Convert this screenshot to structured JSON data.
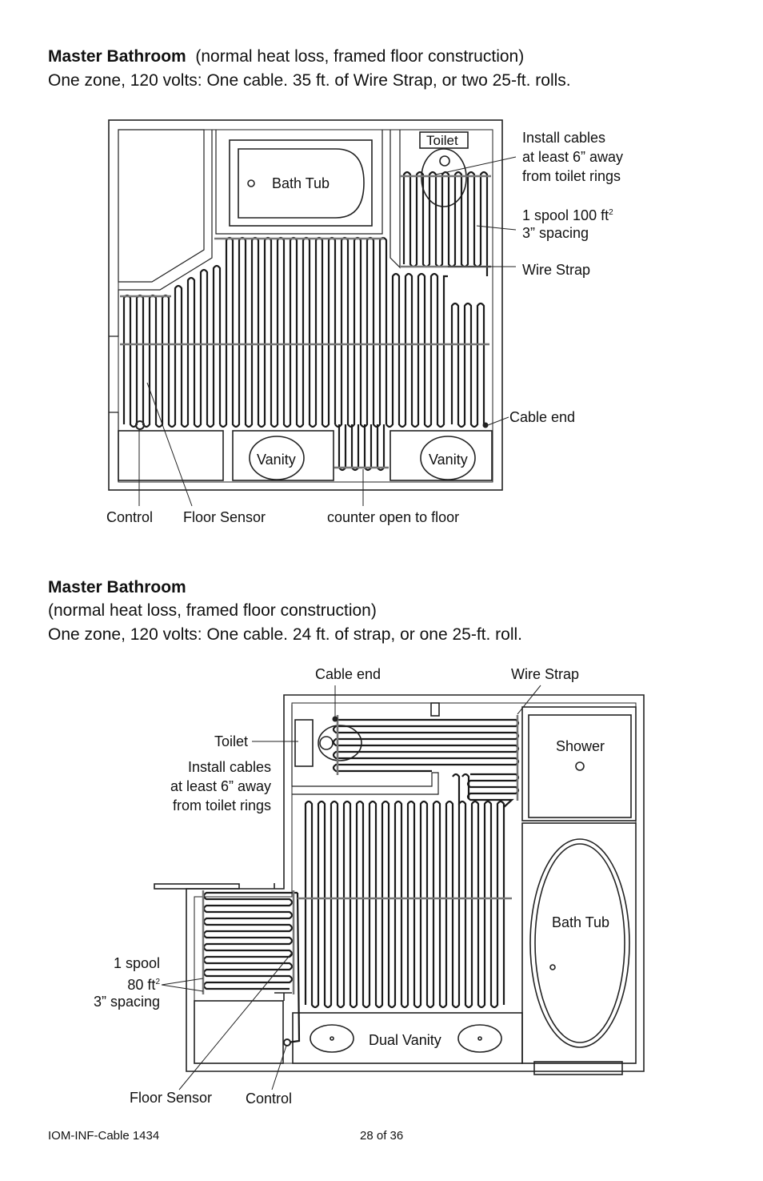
{
  "section1": {
    "title_bold": "Master Bathroom",
    "title_rest": "(normal heat loss, framed floor construction)",
    "line2": "One zone, 120 volts:  One cable. 35 ft. of Wire Strap, or two 25-ft. rolls.",
    "labels": {
      "toilet": "Toilet",
      "bath_tub": "Bath Tub",
      "vanity_left": "Vanity",
      "vanity_right": "Vanity",
      "install_1": "Install cables",
      "install_2": "at least 6” away",
      "install_3": "from toilet rings",
      "spool_1": "1 spool 100 ft",
      "spool_sup": "2",
      "spool_2": "3” spacing",
      "wire_strap": "Wire Strap",
      "cable_end": "Cable end",
      "control": "Control",
      "floor_sensor": "Floor Sensor",
      "counter": "counter open to floor"
    }
  },
  "section2": {
    "title_bold": "Master Bathroom",
    "line2": "(normal heat loss, framed floor construction)",
    "line3": "One zone, 120 volts:  One cable. 24 ft. of strap, or one 25-ft. roll.",
    "labels": {
      "cable_end": "Cable end",
      "wire_strap": "Wire Strap",
      "toilet": "Toilet",
      "install_1": "Install cables",
      "install_2": "at least 6” away",
      "install_3": "from toilet rings",
      "shower": "Shower",
      "bath_tub": "Bath Tub",
      "spool_1": "1 spool",
      "spool_2": "80 ft",
      "spool_sup": "2",
      "spool_3": "3” spacing",
      "dual_vanity": "Dual Vanity",
      "floor_sensor": "Floor Sensor",
      "control": "Control"
    }
  },
  "footer": {
    "doc_id": "IOM-INF-Cable 1434",
    "page": "28 of 36"
  }
}
